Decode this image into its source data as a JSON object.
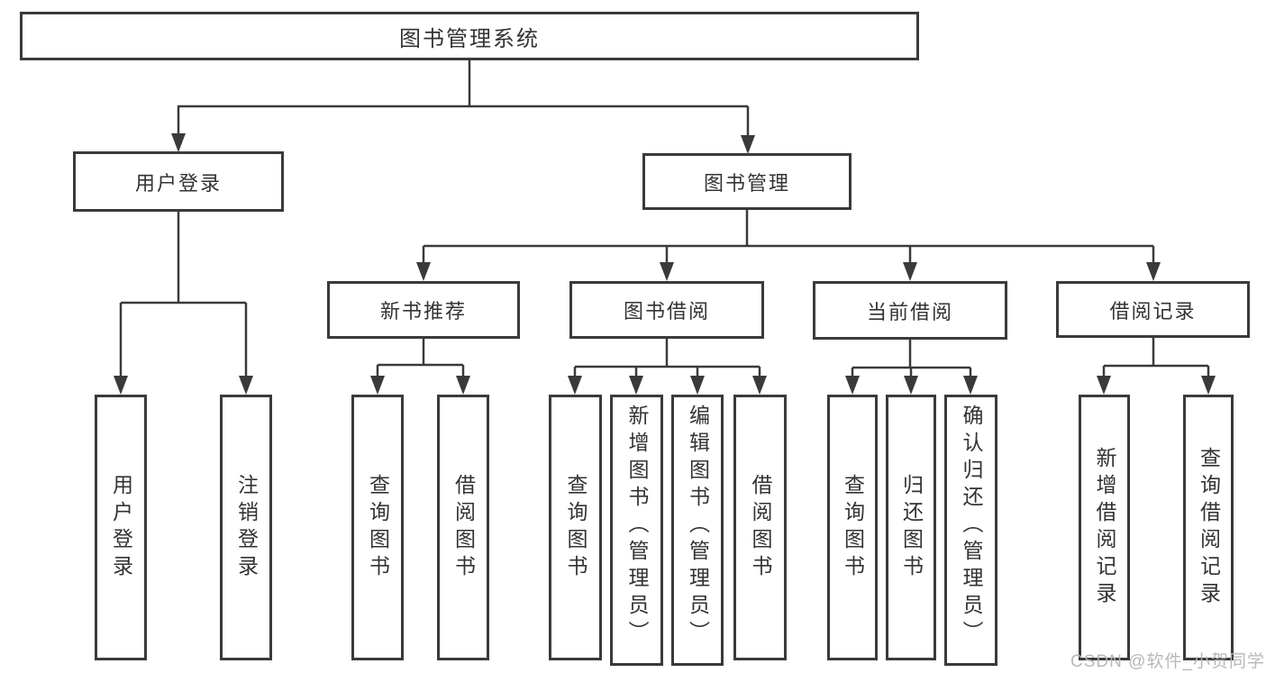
{
  "watermark": {
    "text": "CSDN @软件_小贺同学"
  },
  "colors": {
    "line": "#3a3a3a",
    "text": "#333333",
    "watermark": "#b5b5b5",
    "background": "#ffffff"
  },
  "tree": {
    "label": "图书管理系统",
    "children": [
      {
        "label": "用户登录",
        "children": [
          {
            "label": "用户登录"
          },
          {
            "label": "注销登录"
          }
        ]
      },
      {
        "label": "图书管理",
        "children": [
          {
            "label": "新书推荐",
            "children": [
              {
                "label": "查询图书"
              },
              {
                "label": "借阅图书"
              }
            ]
          },
          {
            "label": "图书借阅",
            "children": [
              {
                "label": "查询图书"
              },
              {
                "label": "新增图书（管理员）"
              },
              {
                "label": "编辑图书（管理员）"
              },
              {
                "label": "借阅图书"
              }
            ]
          },
          {
            "label": "当前借阅",
            "children": [
              {
                "label": "查询图书"
              },
              {
                "label": "归还图书"
              },
              {
                "label": "确认归还（管理员）"
              }
            ]
          },
          {
            "label": "借阅记录",
            "children": [
              {
                "label": "新增借阅记录"
              },
              {
                "label": "查询借阅记录"
              }
            ]
          }
        ]
      }
    ]
  }
}
